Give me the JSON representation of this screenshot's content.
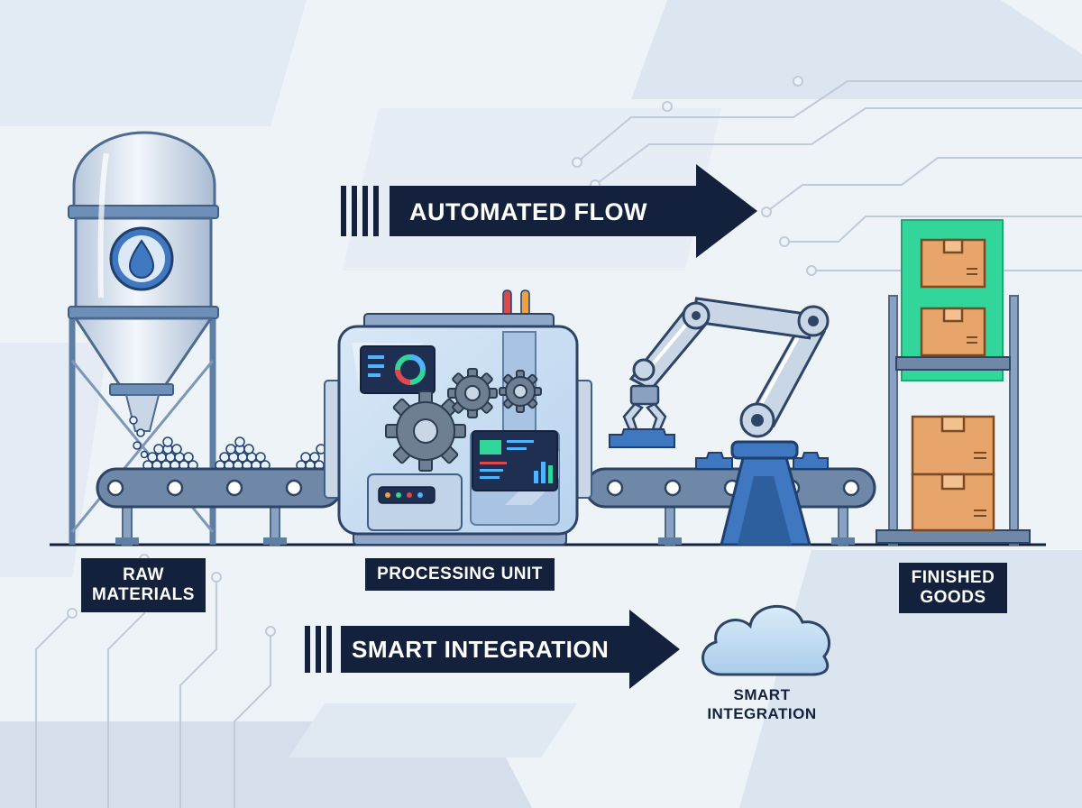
{
  "banners": {
    "automated_flow": "AUTOMATED FLOW",
    "smart_integration": "SMART INTEGRATION"
  },
  "stages": {
    "raw_materials": [
      "RAW",
      "MATERIALS"
    ],
    "processing_unit": "PROCESSING UNIT",
    "finished_goods": [
      "FINISHED",
      "GOODS"
    ]
  },
  "cloud": {
    "label": [
      "SMART",
      "INTEGRATION"
    ],
    "icon": "cloud-icon"
  },
  "icons": {
    "silo_badge": "droplet-icon",
    "gears": "gear-icon",
    "arm": "robotic-arm-icon",
    "boxes": "box-icon"
  },
  "colors": {
    "navy": "#13213d",
    "accent_blue": "#3f78c0",
    "green_highlight": "#33d69a",
    "box_orange": "#e7a56b",
    "background": "#eef3f8"
  }
}
